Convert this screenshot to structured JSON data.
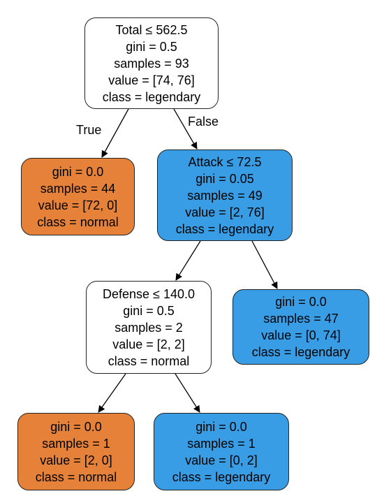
{
  "colors": {
    "normal": "#e58139",
    "legendary": "#399de5",
    "impure": "#ffffff",
    "edge": "#000000"
  },
  "tree": {
    "edge_labels": {
      "true": "True",
      "false": "False"
    },
    "nodes": [
      {
        "id": "n0",
        "split": "Total ≤ 562.5",
        "gini": "gini = 0.5",
        "samples": "samples = 93",
        "value": "value = [74, 76]",
        "class": "class = legendary",
        "fill": "impure"
      },
      {
        "id": "n1",
        "gini": "gini = 0.0",
        "samples": "samples = 44",
        "value": "value = [72, 0]",
        "class": "class = normal",
        "fill": "normal"
      },
      {
        "id": "n2",
        "split": "Attack ≤ 72.5",
        "gini": "gini = 0.05",
        "samples": "samples = 49",
        "value": "value = [2, 76]",
        "class": "class = legendary",
        "fill": "legendary"
      },
      {
        "id": "n3",
        "split": "Defense ≤ 140.0",
        "gini": "gini = 0.5",
        "samples": "samples = 2",
        "value": "value = [2, 2]",
        "class": "class = normal",
        "fill": "impure"
      },
      {
        "id": "n4",
        "gini": "gini = 0.0",
        "samples": "samples = 47",
        "value": "value = [0, 74]",
        "class": "class = legendary",
        "fill": "legendary"
      },
      {
        "id": "n5",
        "gini": "gini = 0.0",
        "samples": "samples = 1",
        "value": "value = [2, 0]",
        "class": "class = normal",
        "fill": "normal"
      },
      {
        "id": "n6",
        "gini": "gini = 0.0",
        "samples": "samples = 1",
        "value": "value = [0, 2]",
        "class": "class = legendary",
        "fill": "legendary"
      }
    ],
    "edges": [
      {
        "from": "n0",
        "to": "n1"
      },
      {
        "from": "n0",
        "to": "n2"
      },
      {
        "from": "n2",
        "to": "n3"
      },
      {
        "from": "n2",
        "to": "n4"
      },
      {
        "from": "n3",
        "to": "n5"
      },
      {
        "from": "n3",
        "to": "n6"
      }
    ]
  }
}
